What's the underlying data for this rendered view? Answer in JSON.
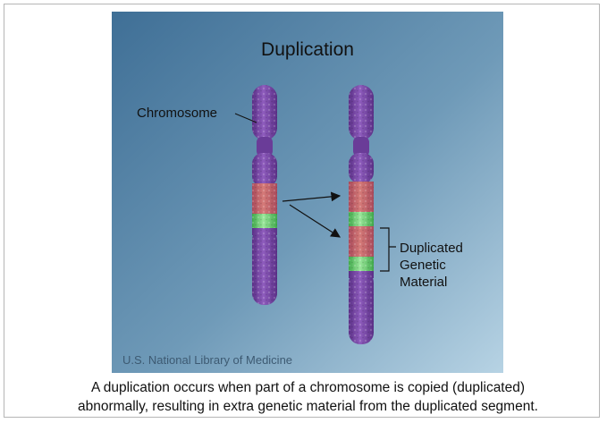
{
  "diagram": {
    "title": "Duplication",
    "label_chromosome": "Chromosome",
    "label_duplicated_lines": [
      "Duplicated",
      "Genetic",
      "Material"
    ],
    "credit": "U.S. National Library of Medicine"
  },
  "caption": {
    "line1": "A duplication occurs when part of a chromosome is copied (duplicated)",
    "line2": "abnormally, resulting in extra genetic material from the duplicated segment."
  },
  "colors": {
    "chromosome_purple": "#7a4aa6",
    "segment_red": "#cf6a6a",
    "segment_green": "#6fd06f"
  }
}
